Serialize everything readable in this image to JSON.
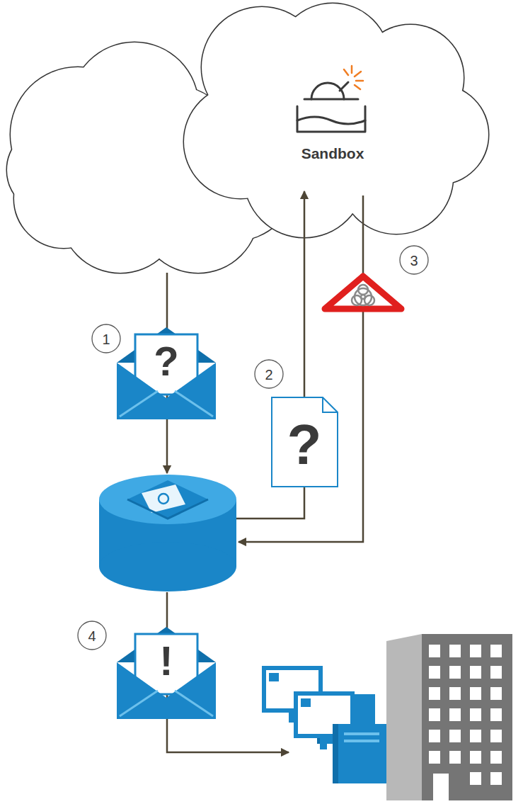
{
  "diagram": {
    "nodes": [
      {
        "text": [
          "Sandbox"
        ]
      }
    ],
    "labels": [
      "1",
      "?",
      "2",
      "?",
      "3",
      "4",
      "!"
    ]
  }
}
